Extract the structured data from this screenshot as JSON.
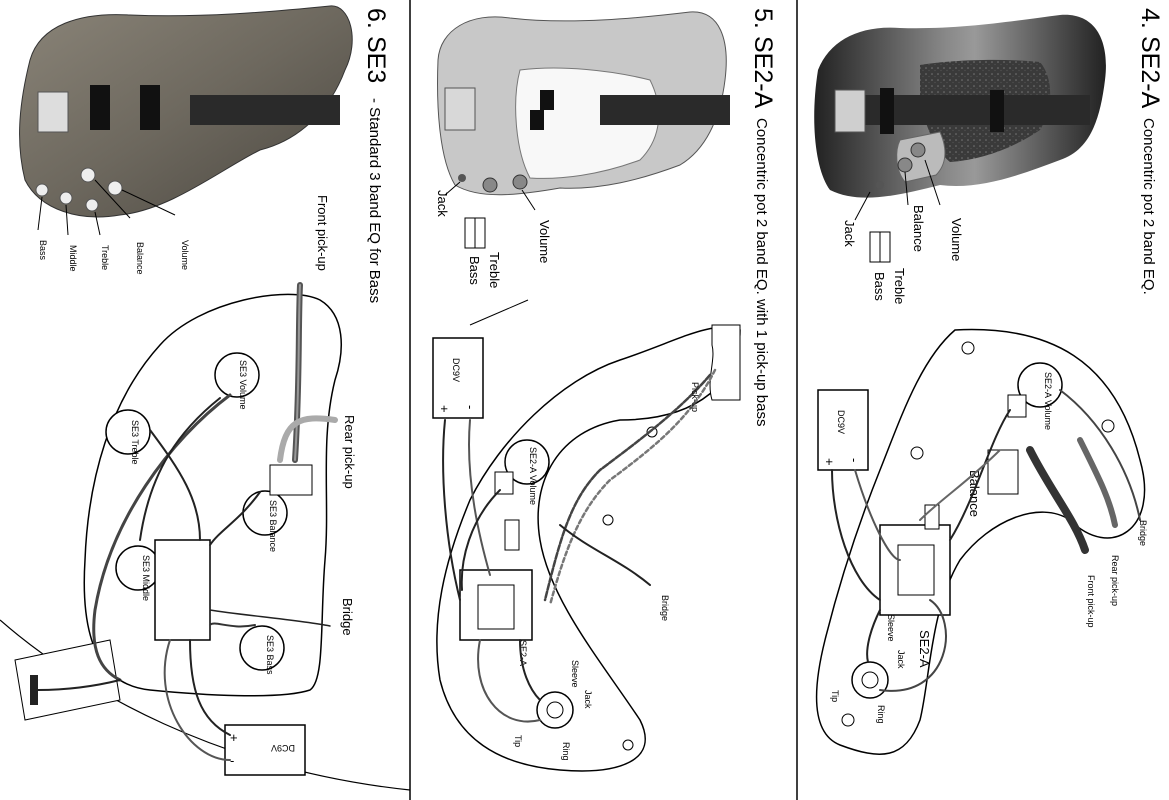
{
  "panels": {
    "p4": {
      "number": "4.",
      "title": "SE2-A",
      "subtitle": "Concentric pot 2 band EQ.",
      "controls": {
        "volume": "Volume",
        "balance": "Balance",
        "jack": "Jack",
        "treble": "Treble",
        "bass": "Bass"
      },
      "diagram": {
        "battery": "DC9V",
        "volume_pot": "SE2-A Volume",
        "balance": "Balance",
        "module": "SE2-A",
        "bridge": "Bridge",
        "rear_pickup": "Rear pick-up",
        "front_pickup": "Front pick-up",
        "jack": "Jack",
        "sleeve": "Sleeve",
        "tip": "Tip",
        "ring": "Ring"
      }
    },
    "p5": {
      "number": "5.",
      "title": "SE2-A",
      "subtitle": "Concentric pot 2 band EQ. with 1 pick-up bass",
      "controls": {
        "volume": "Volume",
        "jack": "Jack",
        "treble": "Treble",
        "bass": "Bass"
      },
      "diagram": {
        "battery": "DC9V",
        "volume_pot": "SE2-A Volume",
        "module": "SE2-A",
        "pickup": "Pick-up",
        "bridge": "Bridge",
        "jack": "Jack",
        "sleeve": "Sleeve",
        "tip": "Tip",
        "ring": "Ring"
      }
    },
    "p6": {
      "number": "6.",
      "title": "SE3",
      "subtitle": "- Standard 3 band EQ for Bass",
      "controls": {
        "volume": "Volume",
        "balance": "Balance",
        "treble": "Treble",
        "middle": "Middle",
        "bass": "Bass"
      },
      "diagram": {
        "battery": "DC9V",
        "front_pickup": "Front pick-up",
        "rear_pickup": "Rear pick-up",
        "bridge": "Bridge",
        "volume_pot": "SE3 Volume",
        "treble_pot": "SE3 Treble",
        "balance_pot": "SE3 Balance",
        "middle_pot": "SE3 Middle",
        "bass_pot": "SE3 Bass"
      }
    }
  }
}
